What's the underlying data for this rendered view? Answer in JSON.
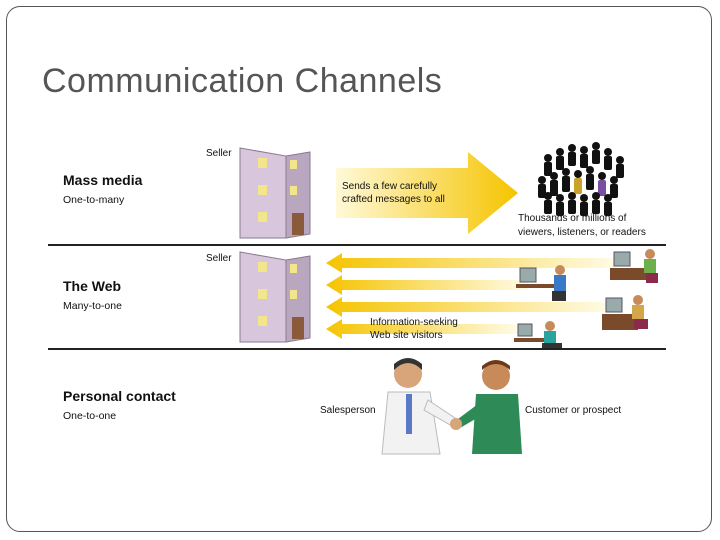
{
  "slide": {
    "title": "Communication Channels"
  },
  "rows": [
    {
      "title": "Mass media",
      "subtitle": "One-to-many",
      "seller": "Seller",
      "message": [
        "Sends a few carefully",
        "crafted messages to all"
      ],
      "audience": [
        "Thousands or millions of",
        "viewers, listeners, or readers"
      ]
    },
    {
      "title": "The Web",
      "subtitle": "Many-to-one",
      "seller": "Seller",
      "visitors": [
        "Information-seeking",
        "Web site visitors"
      ]
    },
    {
      "title": "Personal contact",
      "subtitle": "One-to-one",
      "salesperson": "Salesperson",
      "customer": "Customer or prospect"
    }
  ],
  "colors": {
    "arrow_yellow": "#f5c400",
    "building": "#d8c6dc",
    "window": "#f3e58a",
    "shirt_green": "#2e8b57"
  }
}
